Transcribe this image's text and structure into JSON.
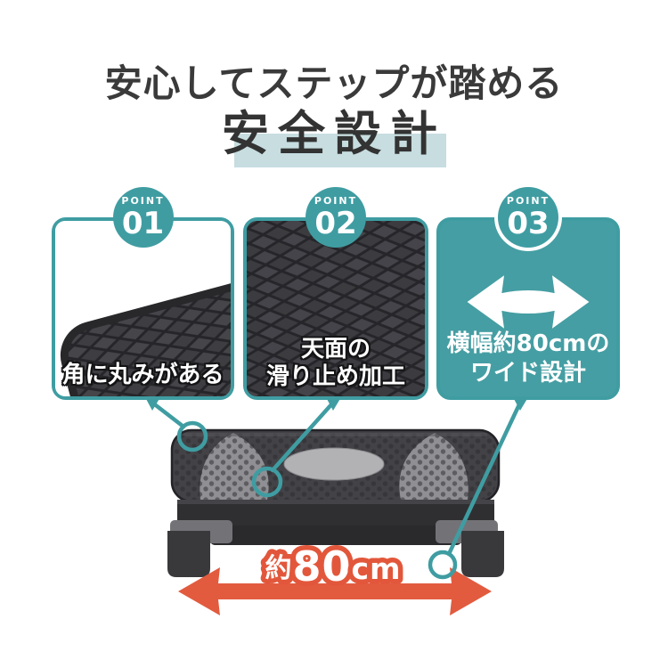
{
  "title": {
    "subtitle": "安心してステップが踏める",
    "main": "安全設計"
  },
  "points": [
    {
      "badge_label": "POINT",
      "badge_number": "01",
      "caption_lines": [
        "角に丸みがある"
      ]
    },
    {
      "badge_label": "POINT",
      "badge_number": "02",
      "caption_lines": [
        "天面の",
        "滑り止め加工"
      ]
    },
    {
      "badge_label": "POINT",
      "badge_number": "03",
      "caption_lines": [
        "横幅約80cmの",
        "ワイド設計"
      ]
    }
  ],
  "product": {
    "width_label": {
      "full": "約80cm",
      "approx": "約",
      "number": "80",
      "unit": "cm"
    }
  },
  "icons": {
    "point3_arrow": "double-headed-horizontal-arrow",
    "width_arrow": "double-headed-horizontal-arrow"
  },
  "colors": {
    "teal": "#3f9da2",
    "pale_blue": "#c7dde0",
    "orange": "#e25b3f",
    "title_text": "#3a3a3a",
    "caption_outline": "#141416"
  }
}
